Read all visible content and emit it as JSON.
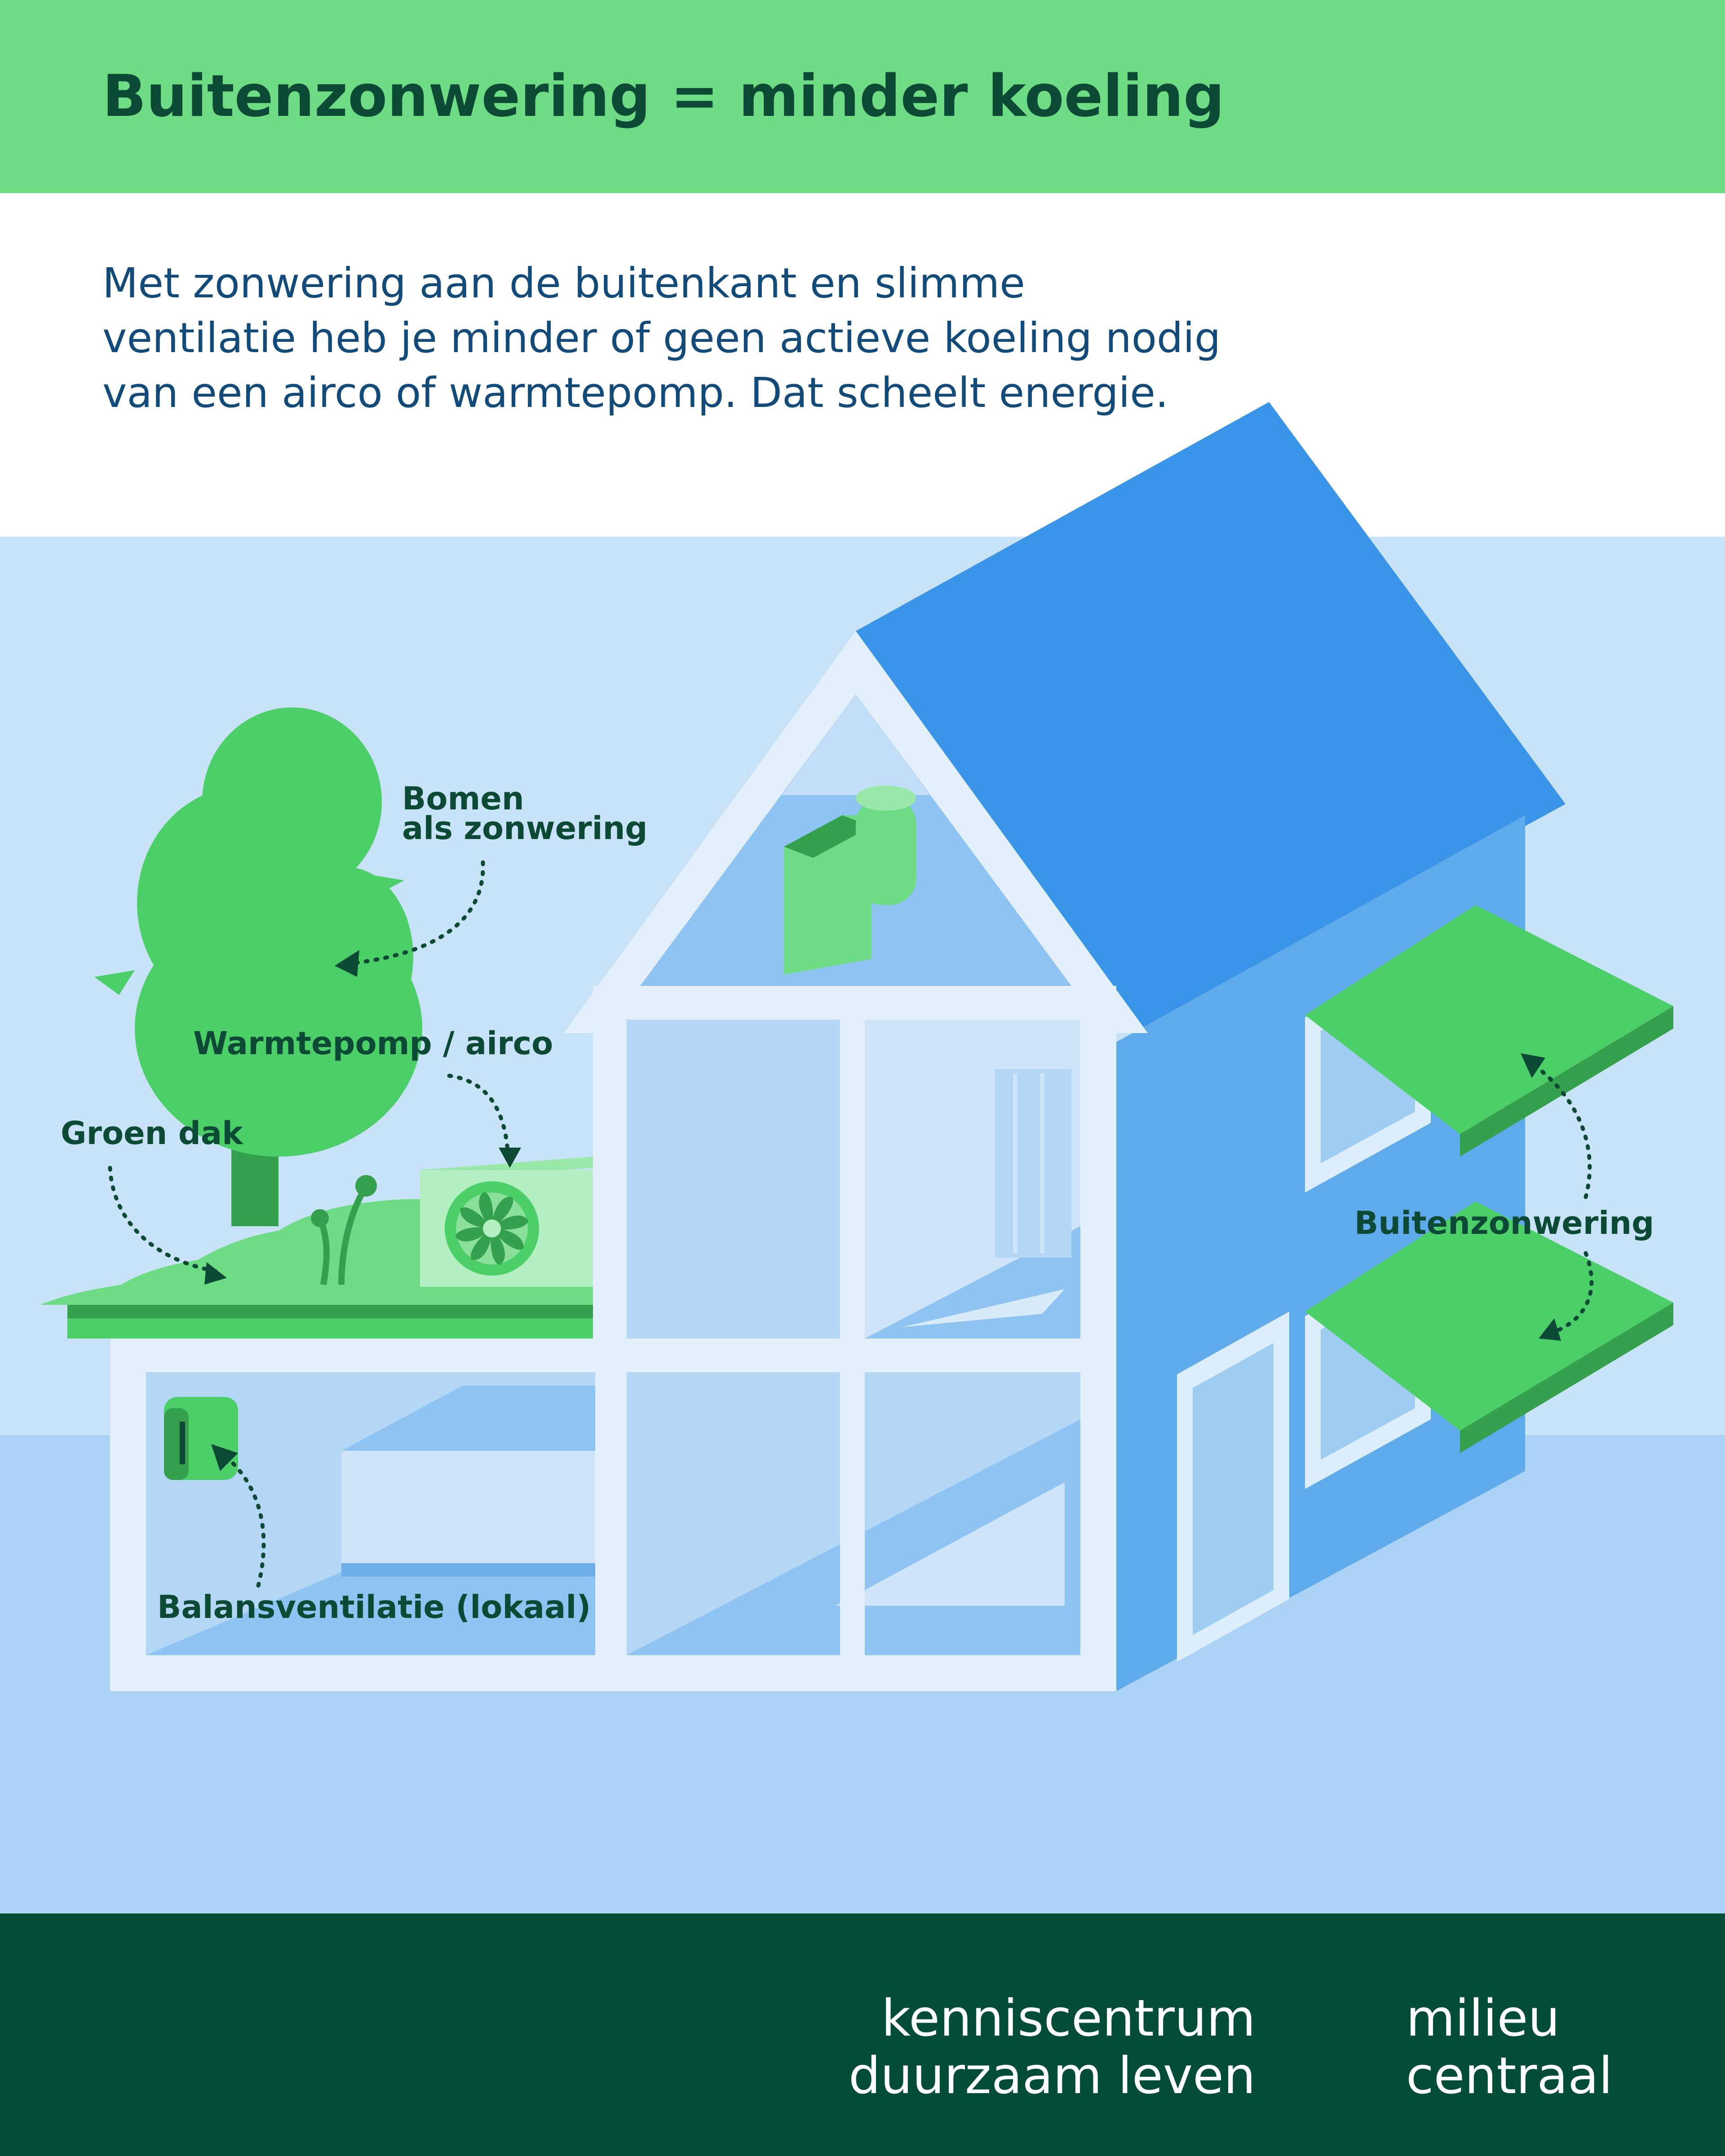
{
  "header": {
    "title": "Buitenzonwering = minder koeling"
  },
  "intro": {
    "text": "Met zonwering aan de buitenkant en slimme ventilatie heb je minder of geen actieve koeling nodig van een airco of warmtepomp. Dat scheelt energie."
  },
  "labels": {
    "trees_line1": "Bomen",
    "trees_line2": "als zonwering",
    "heatpump": "Warmtepomp / airco",
    "green_roof": "Groen dak",
    "shading": "Buitenzonwering",
    "ventilation": "Balansventilatie (lokaal)"
  },
  "footer": {
    "left_line1": "kenniscentrum",
    "left_line2": "duurzaam leven",
    "right_line1": "milieu",
    "right_line2": "centraal"
  },
  "colors": {
    "header_green": "#6edb85",
    "dark_green": "#034c38",
    "text_blue": "#124a7a",
    "roof_blue": "#3a95e8",
    "leaf_green": "#4ccf68"
  },
  "icons": [
    "fan-icon",
    "logo-ring-icon",
    "arrow-icon"
  ]
}
